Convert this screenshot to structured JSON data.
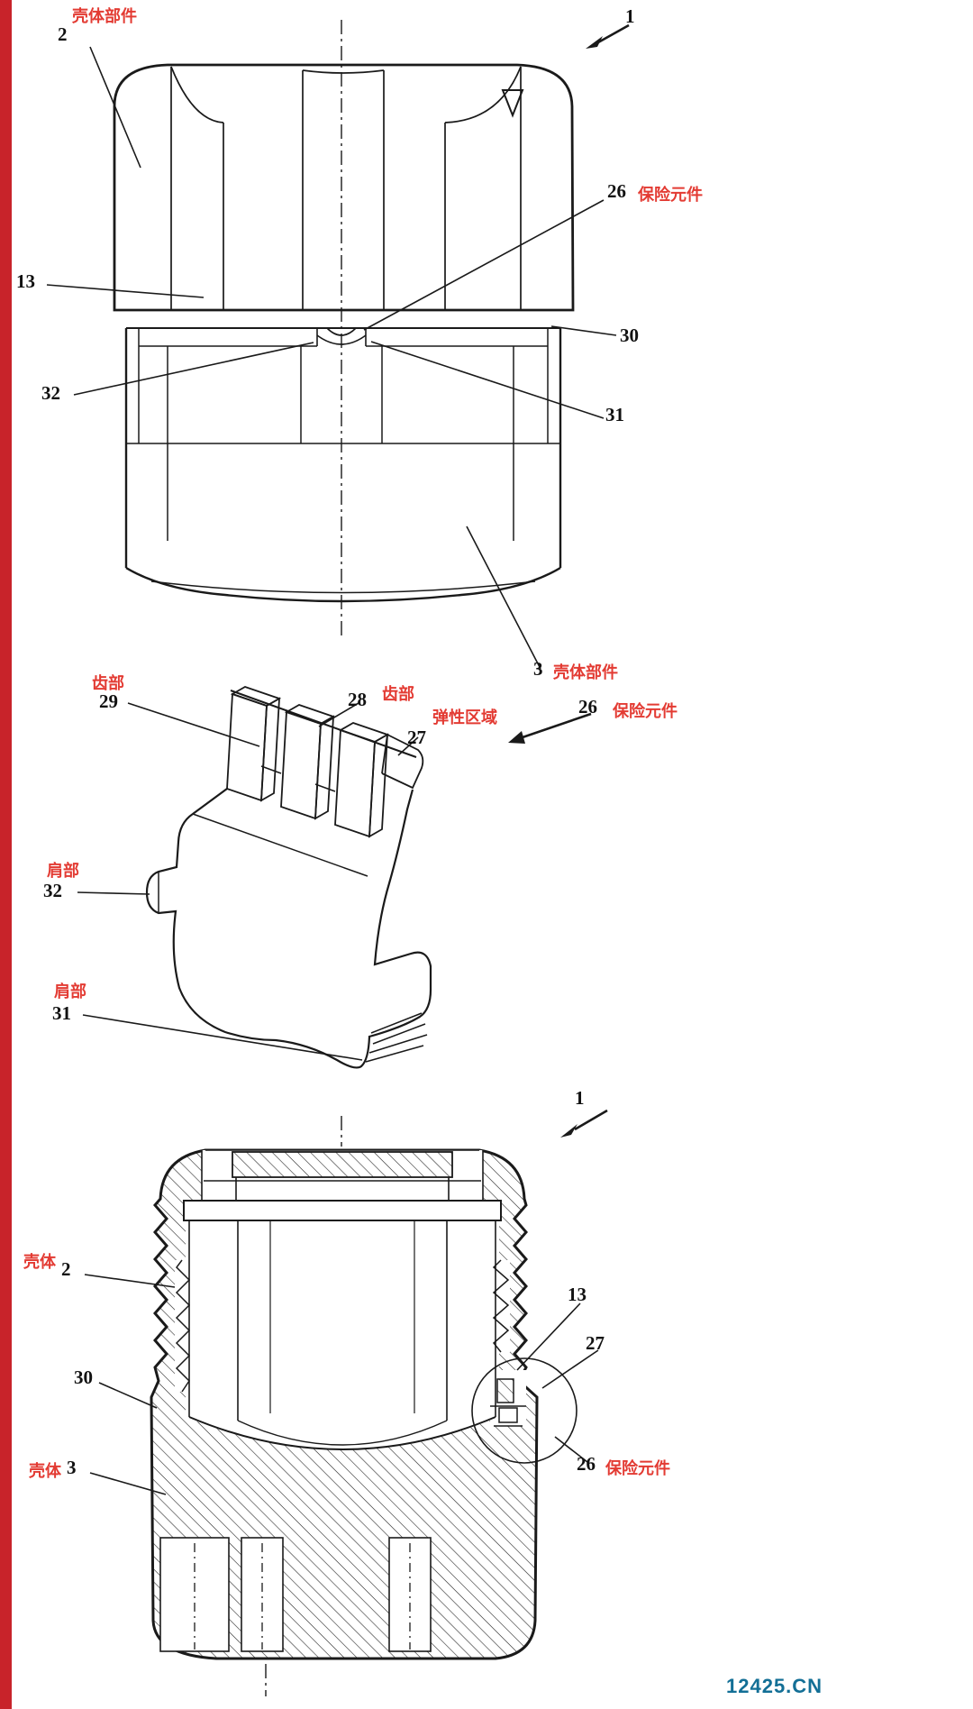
{
  "page": {
    "background": "#ffffff",
    "left_bar_color": "#c8232a",
    "line_color": "#1a1a1a",
    "callout_color": "#e33b33",
    "watermark": "12425.CN",
    "watermark_color": "#136f96"
  },
  "fig1": {
    "housing_part_top": "壳体部件",
    "n2": "2",
    "n1": "1",
    "n26": "26",
    "safety_element": "保险元件",
    "n13": "13",
    "n30": "30",
    "n32": "32",
    "n31": "31",
    "n3": "3",
    "housing_part_bottom": "壳体部件"
  },
  "fig2": {
    "tooth_left": "齿部",
    "n29": "29",
    "n28": "28",
    "tooth_right": "齿部",
    "n27": "27",
    "elastic_region": "弹性区域",
    "n26": "26",
    "safety_element": "保险元件",
    "shoulder_upper": "肩部",
    "n32": "32",
    "shoulder_lower": "肩部",
    "n31": "31"
  },
  "fig3": {
    "n1": "1",
    "housing_label_2": "壳体",
    "n2": "2",
    "n13": "13",
    "n27": "27",
    "n30": "30",
    "n26": "26",
    "safety_element": "保险元件",
    "housing_label_3": "壳体",
    "n3": "3"
  }
}
